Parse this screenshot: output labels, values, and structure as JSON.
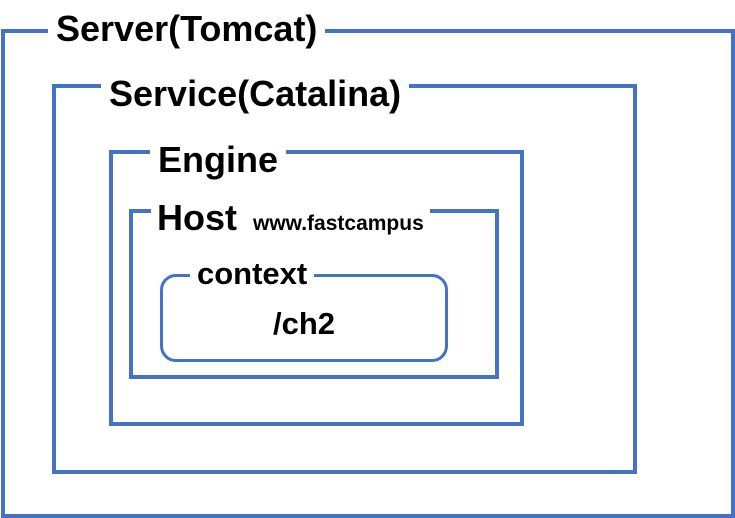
{
  "diagram": {
    "server": {
      "label": "Server(Tomcat)"
    },
    "service": {
      "label": "Service(Catalina)"
    },
    "engine": {
      "label": "Engine"
    },
    "host": {
      "label": "Host",
      "domain": "www.fastcampus"
    },
    "context": {
      "label": "context",
      "path": "/ch2"
    }
  },
  "colors": {
    "border": "#4472c4",
    "text": "#000000",
    "background": "#ffffff"
  }
}
